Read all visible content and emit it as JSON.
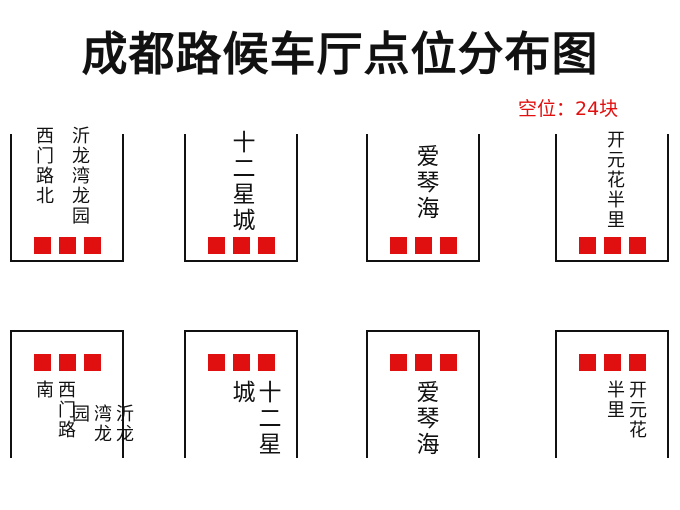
{
  "title": "成都路候车厅点位分布图",
  "vacancy": "空位：24块",
  "slots": [
    {
      "label_a": "西门路北",
      "label_b": "沂龙湾龙园"
    },
    {
      "label": "十二星城"
    },
    {
      "label": "爱琴海"
    },
    {
      "label": "开元花半里"
    },
    {
      "label_a": "西门路南",
      "label_b": "沂龙湾龙园"
    },
    {
      "label": "十二星城"
    },
    {
      "label": "爱琴海"
    },
    {
      "label": "开元花半里"
    }
  ],
  "colors": {
    "accent": "#e01010",
    "line": "#111111"
  }
}
